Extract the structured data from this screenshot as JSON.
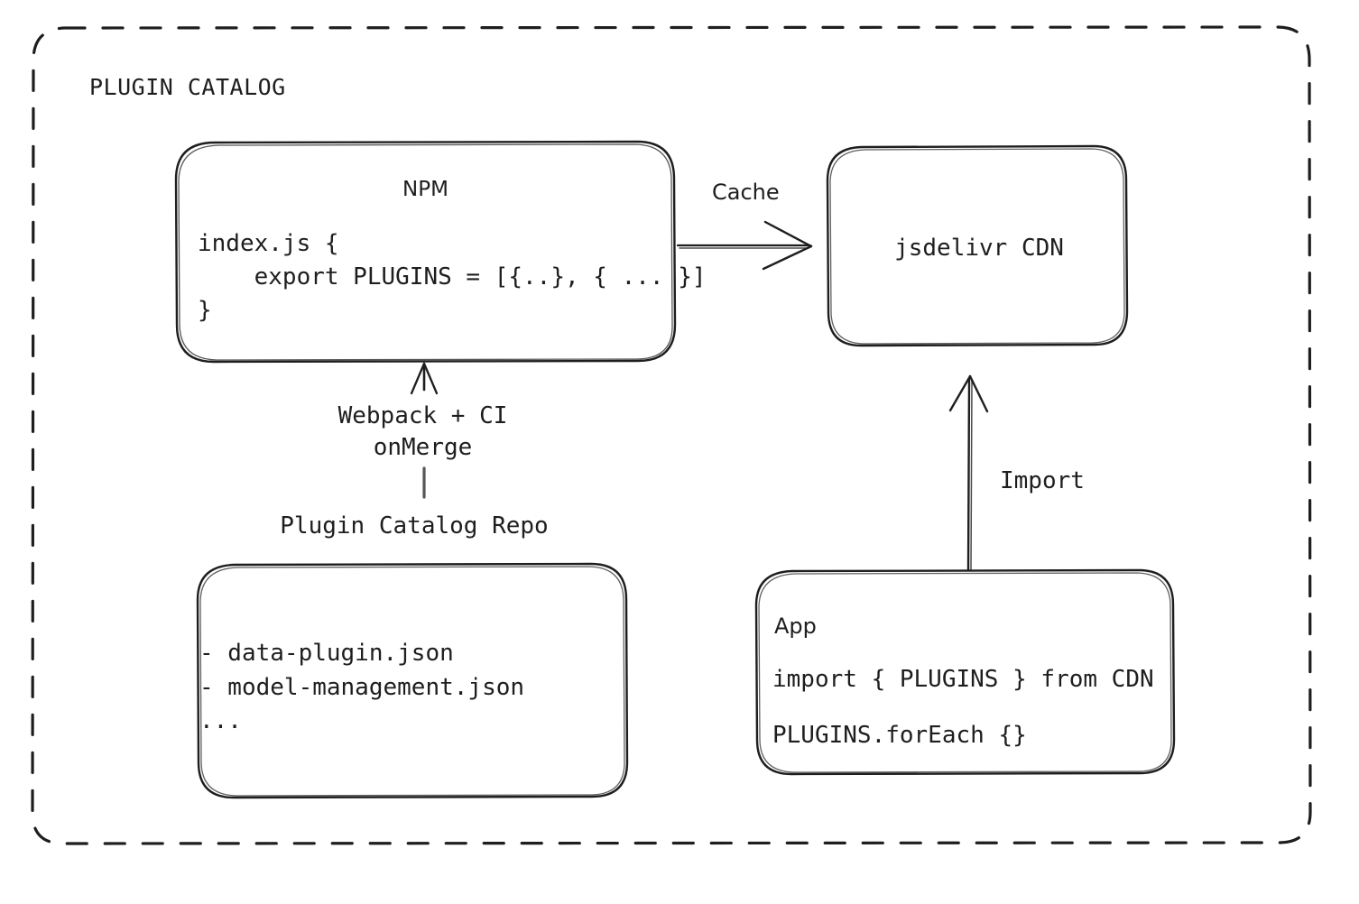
{
  "diagram": {
    "title": "PLUGIN CATALOG",
    "stroke_color": "#1e1e1e",
    "background_color": "#ffffff",
    "nodes": {
      "npm": {
        "title": "NPM",
        "code": "index.js {\n    export PLUGINS = [{..}, { ... }]\n}"
      },
      "cdn": {
        "title": "jsdelivr CDN"
      },
      "repo": {
        "label": "Plugin Catalog Repo",
        "items": "- data-plugin.json\n- model-management.json\n..."
      },
      "app": {
        "title": "App",
        "import_line": "import { PLUGINS } from CDN",
        "foreach_line": "PLUGINS.forEach {}"
      }
    },
    "edges": {
      "cache": "Cache",
      "webpack": "Webpack + CI\nonMerge",
      "import": "Import"
    }
  }
}
